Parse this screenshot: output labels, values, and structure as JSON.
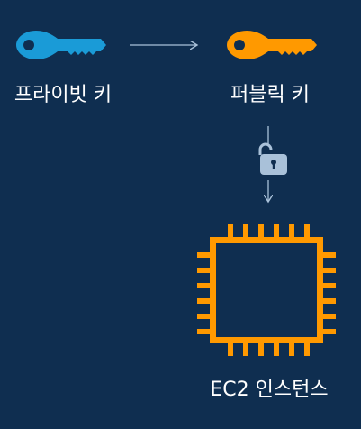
{
  "diagram": {
    "private_key": {
      "label": "프라이빗 키",
      "color": "#1a9bd7",
      "icon": "key-icon"
    },
    "public_key": {
      "label": "퍼블릭 키",
      "color": "#ff9900",
      "icon": "key-icon"
    },
    "lock": {
      "icon": "unlock-icon",
      "color": "#a9c1d9"
    },
    "instance": {
      "label": "EC2 인스턴스",
      "color": "#ff9900",
      "icon": "chip-icon"
    },
    "connector_color": "#a9c1d9",
    "background": "#0f2e50"
  }
}
